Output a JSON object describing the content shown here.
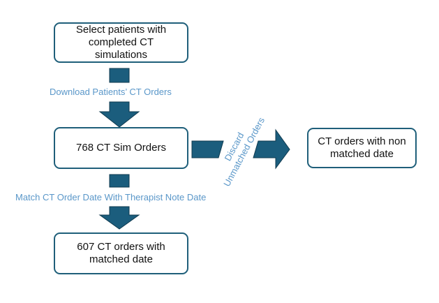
{
  "colors": {
    "arrow_fill": "#1b5d7d",
    "arrow_stroke": "#0f3a4f",
    "box_border": "#1f5f7a",
    "label_text": "#5a97c9",
    "box_text": "#111111"
  },
  "nodes": {
    "select_patients": {
      "line1": "Select patients with",
      "line2": "completed CT",
      "line3": "simulations"
    },
    "sim_orders": {
      "text": "768 CT Sim Orders"
    },
    "non_matched": {
      "line1": "CT orders with non",
      "line2": "matched date"
    },
    "matched": {
      "line1": "607 CT orders with",
      "line2": "matched date"
    }
  },
  "edges": {
    "download": {
      "label": "Download Patients’ CT Orders"
    },
    "discard": {
      "line1": "Discard",
      "line2": "Unmatched Orders"
    },
    "match": {
      "label": "Match CT Order Date With Therapist Note Date"
    }
  }
}
